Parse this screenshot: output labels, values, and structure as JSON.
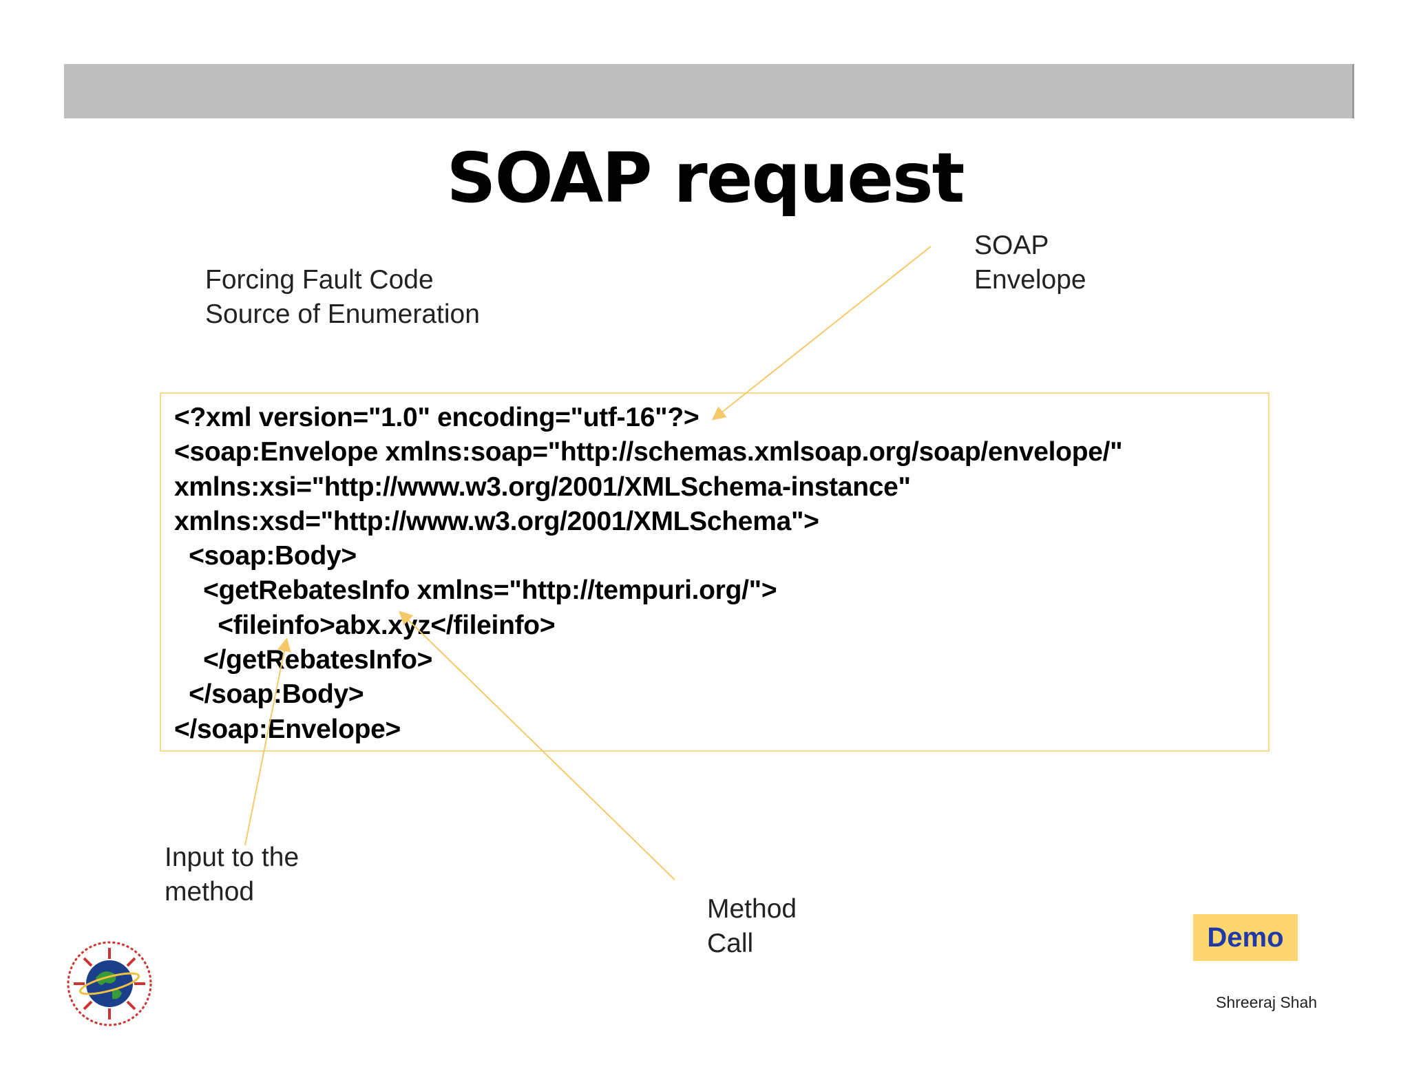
{
  "slide": {
    "title": "SOAP request",
    "author": "Shreeraj Shah",
    "demo_label": "Demo"
  },
  "annotations": {
    "fault_code": [
      "Forcing Fault Code",
      "Source of Enumeration"
    ],
    "soap_envelope": [
      "SOAP",
      "Envelope"
    ],
    "method_input": [
      "Input to the",
      "method"
    ],
    "method_call": [
      "Method",
      "Call"
    ]
  },
  "code": {
    "lines": [
      "<?xml version=\"1.0\" encoding=\"utf-16\"?>",
      "<soap:Envelope xmlns:soap=\"http://schemas.xmlsoap.org/soap/envelope/\"",
      "xmlns:xsi=\"http://www.w3.org/2001/XMLSchema-instance\"",
      "xmlns:xsd=\"http://www.w3.org/2001/XMLSchema\">",
      "  <soap:Body>",
      "    <getRebatesInfo xmlns=\"http://tempuri.org/\">",
      "      <fileinfo>abx.xyz</fileinfo>",
      "    </getRebatesInfo>",
      "  </soap:Body>",
      "</soap:Envelope>"
    ]
  },
  "colors": {
    "header_bar": "#bebebe",
    "code_border": "#f9d98a",
    "arrow": "#f5c96a",
    "demo_bg": "#fcd770",
    "demo_text": "#1f3aa8"
  },
  "icons": {
    "logo": "globe-logo-icon"
  }
}
